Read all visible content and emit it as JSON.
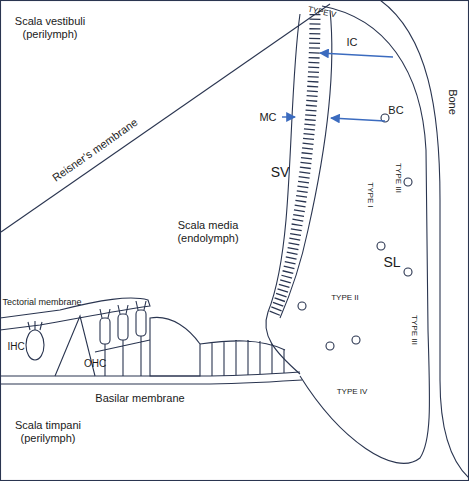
{
  "diagram": {
    "labels": [
      "Scala vestibuli (perilymph)",
      "TYPE V",
      "IC",
      "MC",
      "BC",
      "Reisner's membrane",
      "SV",
      "TYPE III",
      "Bone",
      "Scala media (endolymph)",
      "TYPE I",
      "SL",
      "Tectorial membrane",
      "TYPE II",
      "TYPE III",
      "IHC",
      "OHC",
      "TYPE IV",
      "Basilar membrane",
      "Scala timpani (perilymph)"
    ]
  }
}
